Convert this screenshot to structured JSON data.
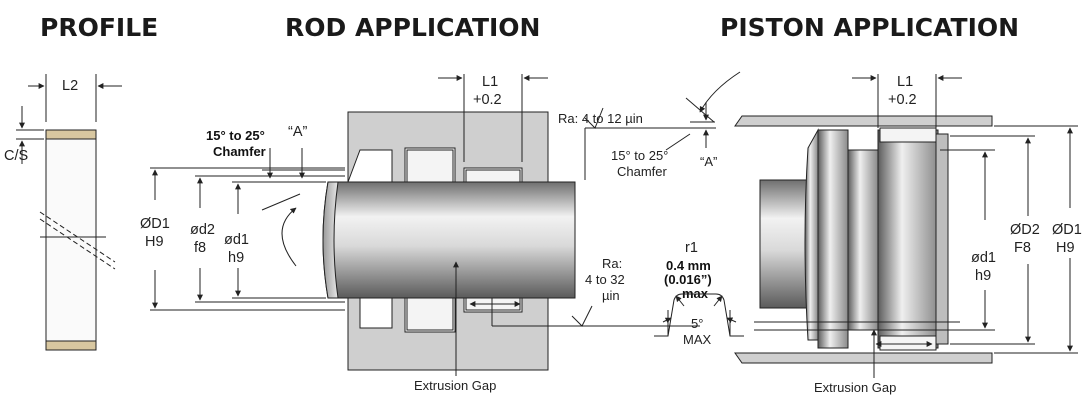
{
  "headers": {
    "profile": "PROFILE",
    "rod": "ROD APPLICATION",
    "piston": "PISTON APPLICATION"
  },
  "profile": {
    "width_label": "L2",
    "cs_label": "C/S"
  },
  "rod": {
    "l1_label": "L1",
    "l1_tol": "+0.2",
    "chamfer_line1": "15° to 25°",
    "chamfer_line2": "Chamfer",
    "a_label": "“A”",
    "ra_top": "Ra: 4 to 12 µin",
    "bore_name": "ØD1",
    "bore_tol": "H9",
    "groove_name": "ød2",
    "groove_tol": "f8",
    "rod_name": "ød1",
    "rod_tol": "h9",
    "ra_side_1": "Ra:",
    "ra_side_2": "4 to 32",
    "ra_side_3": "µin",
    "extrusion_gap": "Extrusion Gap"
  },
  "detail": {
    "chamfer_line1": "15° to 25°",
    "chamfer_line2": "Chamfer",
    "a_label": "“A”",
    "r1_label": "r1",
    "r1_mm": "0.4 mm",
    "r1_in": "(0.016”)",
    "r1_max": "max",
    "angle_label": "5°",
    "angle_max": "MAX"
  },
  "piston": {
    "l1_label": "L1",
    "l1_tol": "+0.2",
    "rod_name": "ød1",
    "rod_tol": "h9",
    "groove_name": "ØD2",
    "groove_tol": "F8",
    "bore_name": "ØD1",
    "bore_tol": "H9",
    "extrusion_gap": "Extrusion Gap"
  },
  "colors": {
    "housing": "#cfcfcf",
    "ring": "#d8c7a0",
    "ring_inner": "#f5f5f5",
    "metal_light": "#e8e8e8",
    "metal_dark": "#7d7d7d"
  }
}
